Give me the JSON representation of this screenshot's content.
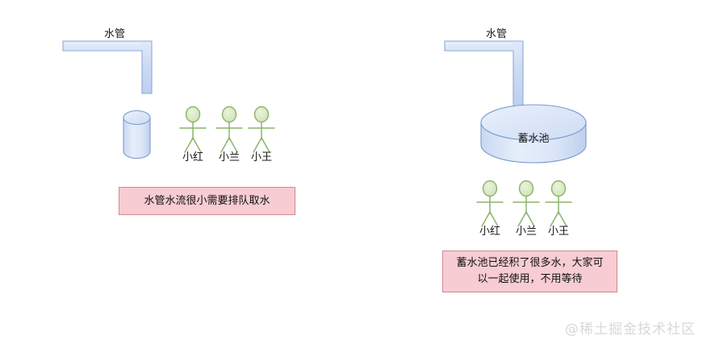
{
  "diagram": {
    "watermark": "@稀土掘金技术社区",
    "colors": {
      "pipe_fill": "#ccdcf2",
      "pipe_stroke": "#8fa9d4",
      "tank_fill": "#dce6f7",
      "tank_stroke": "#7b9ad0",
      "person_head_fill": "#d9e8c4",
      "person_stroke": "#8cb36b",
      "caption_fill": "#f7ccd2",
      "caption_stroke": "#d2888f",
      "text": "#1a1a1a",
      "watermark": "#d8d8d8"
    },
    "panels": [
      {
        "id": "left",
        "pipe_label": "水管",
        "tank_label": "",
        "people": [
          {
            "name": "小红"
          },
          {
            "name": "小兰"
          },
          {
            "name": "小王"
          }
        ],
        "caption_lines": [
          "水管水流很小需要排队取水"
        ]
      },
      {
        "id": "right",
        "pipe_label": "水管",
        "tank_label": "蓄水池",
        "people": [
          {
            "name": "小红"
          },
          {
            "name": "小兰"
          },
          {
            "name": "小王"
          }
        ],
        "caption_lines": [
          "蓄水池已经积了很多水，大家可",
          "以一起使用，不用等待"
        ]
      }
    ]
  }
}
